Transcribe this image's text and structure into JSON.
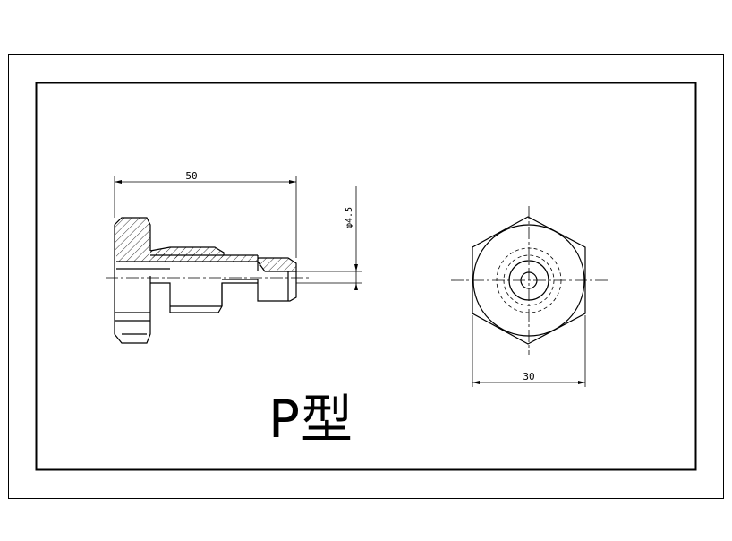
{
  "drawing": {
    "title": "P型",
    "side_view": {
      "length_dimension": "50",
      "diameter_dimension": "φ4.5"
    },
    "front_view": {
      "width_dimension": "30"
    }
  },
  "colors": {
    "line": "#000000",
    "background": "#ffffff"
  }
}
